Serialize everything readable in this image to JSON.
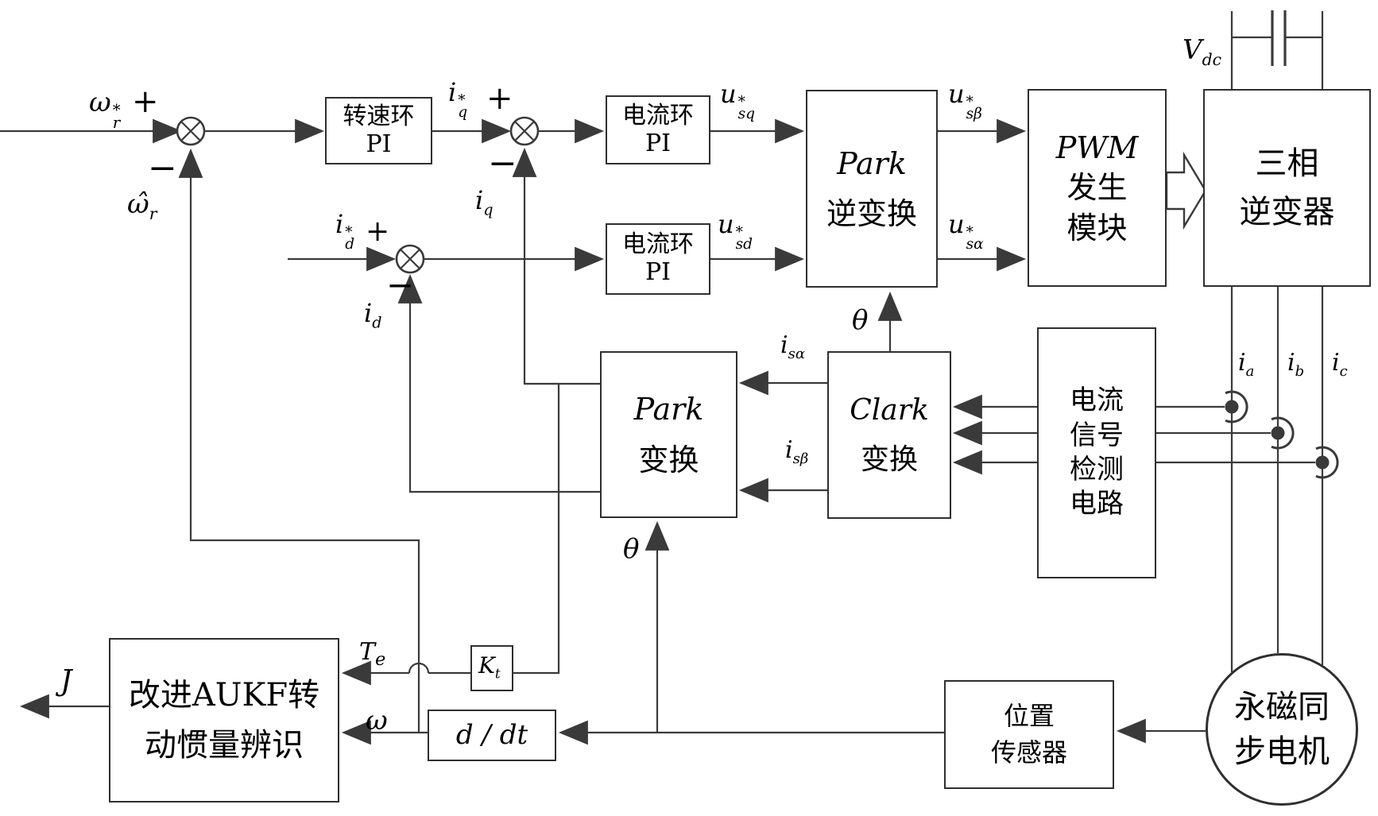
{
  "colors": {
    "wire": "#3a3a3a",
    "box_border": "#2f2f2f",
    "text": "#000000",
    "background": "#ffffff"
  },
  "boxes": {
    "speed_pi": {
      "lines": [
        "转速环",
        "PI"
      ]
    },
    "curr_pi_q": {
      "lines": [
        "电流环",
        "PI"
      ]
    },
    "curr_pi_d": {
      "lines": [
        "电流环",
        "PI"
      ]
    },
    "park_inv": {
      "lines": [
        "Park",
        "逆变换"
      ]
    },
    "pwm": {
      "lines": [
        "PWM",
        "发生",
        "模块"
      ]
    },
    "inverter": {
      "lines": [
        "三相",
        "逆变器"
      ]
    },
    "park": {
      "lines": [
        "Park",
        "变换"
      ]
    },
    "clark": {
      "lines": [
        "Clark",
        "变换"
      ]
    },
    "detect": {
      "lines": [
        "电流",
        "信号",
        "检测",
        "电路"
      ]
    },
    "pos_sensor": {
      "lines": [
        "位置",
        "传感器"
      ]
    },
    "ddt": {
      "lines": [
        "d / dt"
      ]
    },
    "aukf": {
      "lines": [
        "改进AUKF转",
        "动惯量辨识"
      ]
    },
    "motor": {
      "lines": [
        "永磁同",
        "步电机"
      ]
    }
  },
  "labels": {
    "omega_ref": {
      "base": "ω",
      "sup": "*",
      "sub": "r"
    },
    "plus1": {
      "base": "+"
    },
    "minus1": {
      "base": "−"
    },
    "omega_hat": {
      "base": "ω̂",
      "sub": "r"
    },
    "iq_ref": {
      "base": "i",
      "sup": "*",
      "sub": "q"
    },
    "plus2": {
      "base": "+"
    },
    "minus2": {
      "base": "−"
    },
    "iq_fb": {
      "base": "i",
      "sub": "q"
    },
    "id_ref": {
      "base": "i",
      "sup": "*",
      "sub": "d"
    },
    "plus3": {
      "base": "+"
    },
    "minus3": {
      "base": "−"
    },
    "id_fb": {
      "base": "i",
      "sub": "d"
    },
    "usq": {
      "base": "u",
      "sup": "*",
      "sub": "sq"
    },
    "usd": {
      "base": "u",
      "sup": "*",
      "sub": "sd"
    },
    "usbeta": {
      "base": "u",
      "sup": "*",
      "sub": "sβ"
    },
    "usalpha": {
      "base": "u",
      "sup": "*",
      "sub": "sα"
    },
    "vdc": {
      "base": "V",
      "sub": "dc"
    },
    "theta_inv": {
      "base": "θ"
    },
    "theta_park": {
      "base": "θ"
    },
    "isalpha": {
      "base": "i",
      "sub": "sα"
    },
    "isbeta": {
      "base": "i",
      "sub": "sβ"
    },
    "ia": {
      "base": "i",
      "sub": "a"
    },
    "ib": {
      "base": "i",
      "sub": "b"
    },
    "ic": {
      "base": "i",
      "sub": "c"
    },
    "te": {
      "base": "T",
      "sub": "e"
    },
    "omega_out": {
      "base": "ω"
    },
    "j_out": {
      "base": "J"
    },
    "kt": {
      "base": "K",
      "sub": "t"
    }
  }
}
